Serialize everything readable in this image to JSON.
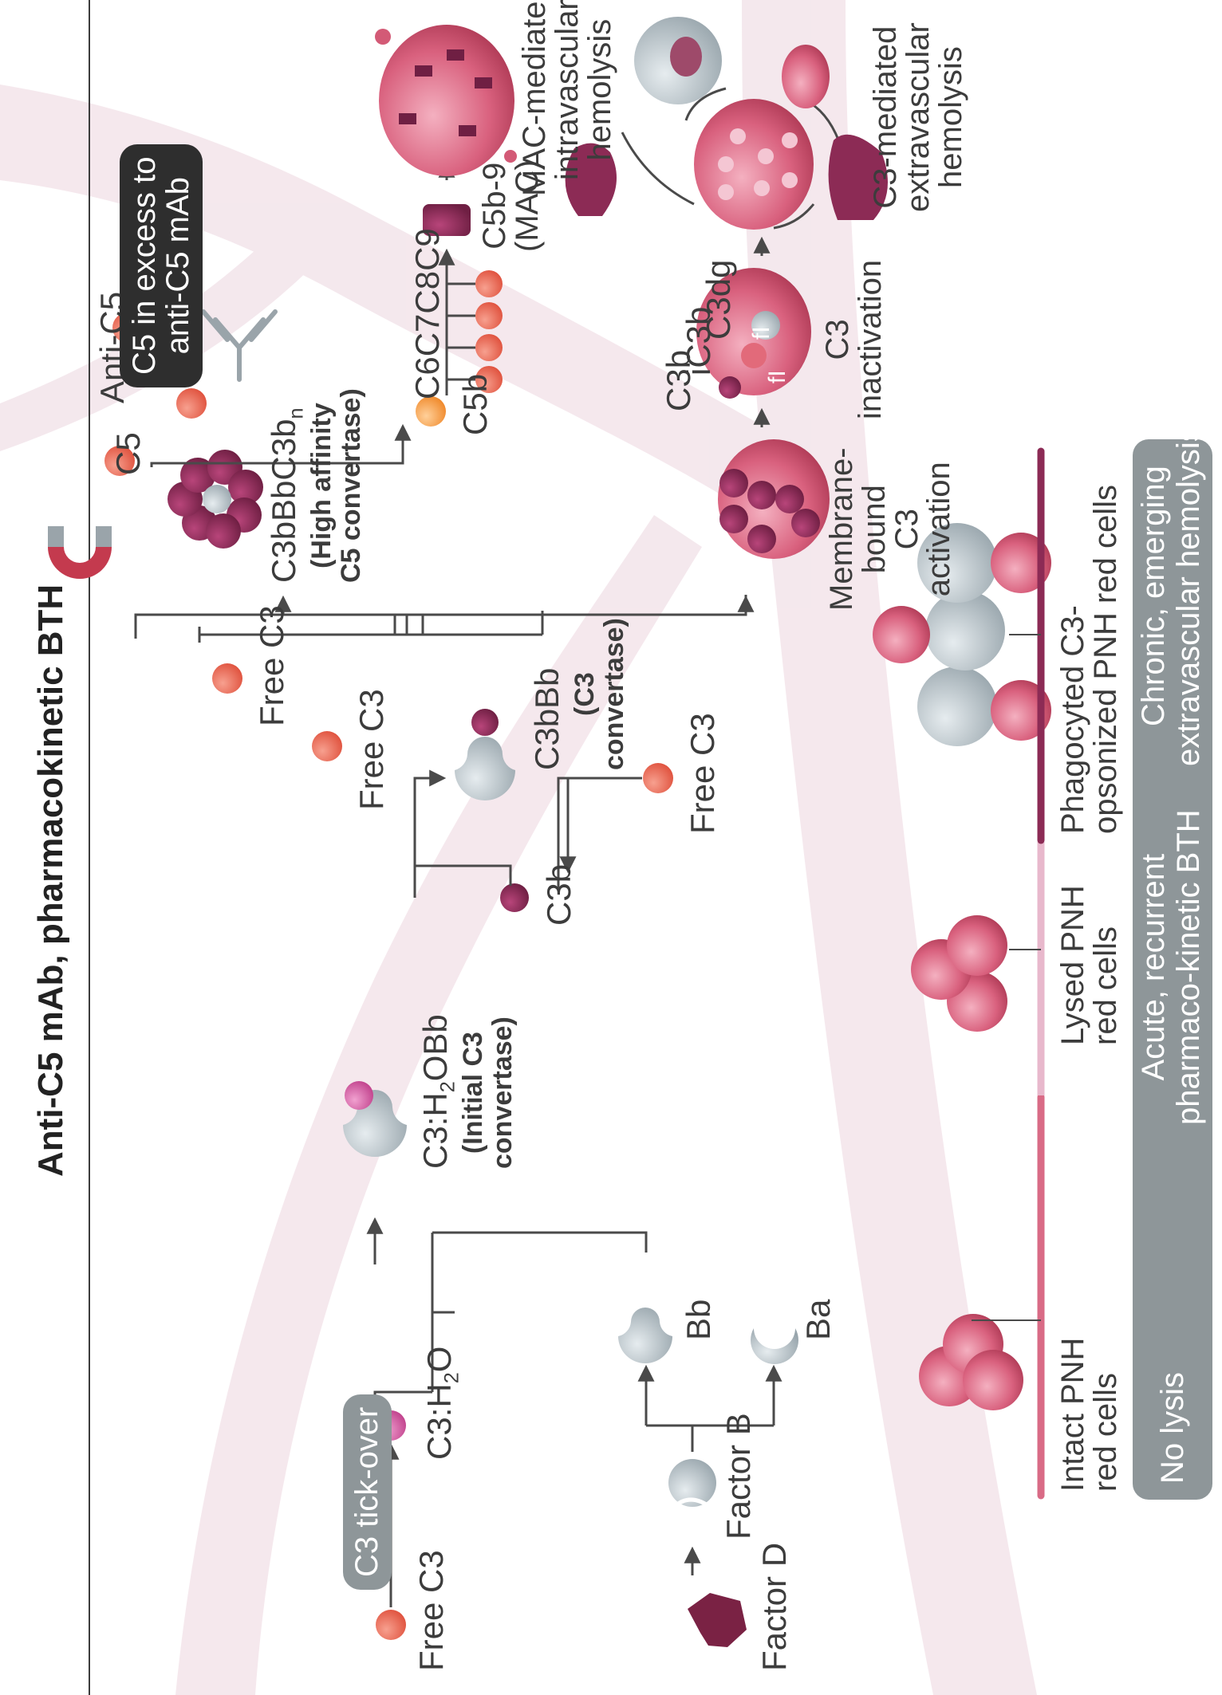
{
  "title": "Anti-C5 mAb, pharmacokinetic BTH",
  "tick_over_label": "C3 tick-over",
  "excess_label_line1": "C5 in excess to",
  "excess_label_line2": "anti-C5 mAb",
  "free_c3": "Free C3",
  "c3h2o": "C3:H",
  "c3h2o_sub": "2",
  "c3h2o_tail": "O",
  "factor_d": "Factor D",
  "factor_b": "Factor B",
  "bb": "Bb",
  "ba": "Ba",
  "initial_convertase_name_a": "C3:H",
  "initial_convertase_name_sub": "2",
  "initial_convertase_name_b": "OBb",
  "initial_convertase_desc_1": "(Initial C3",
  "initial_convertase_desc_2": "convertase)",
  "c3b": "C3b",
  "c3bbb": "C3bBb",
  "c3_convertase_desc_1": "(C3",
  "c3_convertase_desc_2": "convertase)",
  "c5_convertase_name": "C3bBbC3b",
  "c5_convertase_sub": "n",
  "c5_convertase_desc_1": "(High affinity",
  "c5_convertase_desc_2": "C5 convertase)",
  "c5": "C5",
  "anti_c5": "Anti-C5",
  "c5b": "C5b",
  "c6_c9": "C6C7C8C9",
  "mac_line1": "C5b-9",
  "mac_line2": "(MAC)",
  "mac_hemolysis_1": "MAC-mediated",
  "mac_hemolysis_2": "intravascular",
  "mac_hemolysis_3": "hemolysis",
  "membrane_c3_1": "Membrane-",
  "membrane_c3_2": "bound",
  "membrane_c3_3": "C3",
  "membrane_c3_4": "activation",
  "c3_inact_1": "C3",
  "c3_inact_2": "inactivation",
  "frag_c3b": "C3b",
  "frag_ic3b": "iC3b",
  "frag_c3dg": "C3dg",
  "fl": "fI",
  "ext_hemolysis_1": "C3-mediated",
  "ext_hemolysis_2": "extravascular",
  "ext_hemolysis_3": "hemolysis",
  "legend": {
    "intact_1": "Intact PNH",
    "intact_2": "red cells",
    "lysed_1": "Lysed PNH",
    "lysed_2": "red cells",
    "phago_1": "Phagocyted C3-",
    "phago_2": "opsonized PNH red cells",
    "no_lysis": "No lysis",
    "acute_1": "Acute, recurrent",
    "acute_2": "pharmaco-kinetic BTH",
    "chronic_1": "Chronic, emerging",
    "chronic_2": "extravascular hemolysis"
  },
  "colors": {
    "text": "#3c3c3c",
    "pill_gray": "#8e9699",
    "dark_box": "#2e2e2e",
    "c3_orange": "#e8685a",
    "c3b_purple": "#8c2b55",
    "c5b_peach": "#f4a04f",
    "rbc": "#d35a76",
    "vessel": "#f3e4ea",
    "legend_intact": "#d96b86",
    "legend_lysed": "#e8b8cc",
    "legend_phago": "#8c2b55"
  }
}
